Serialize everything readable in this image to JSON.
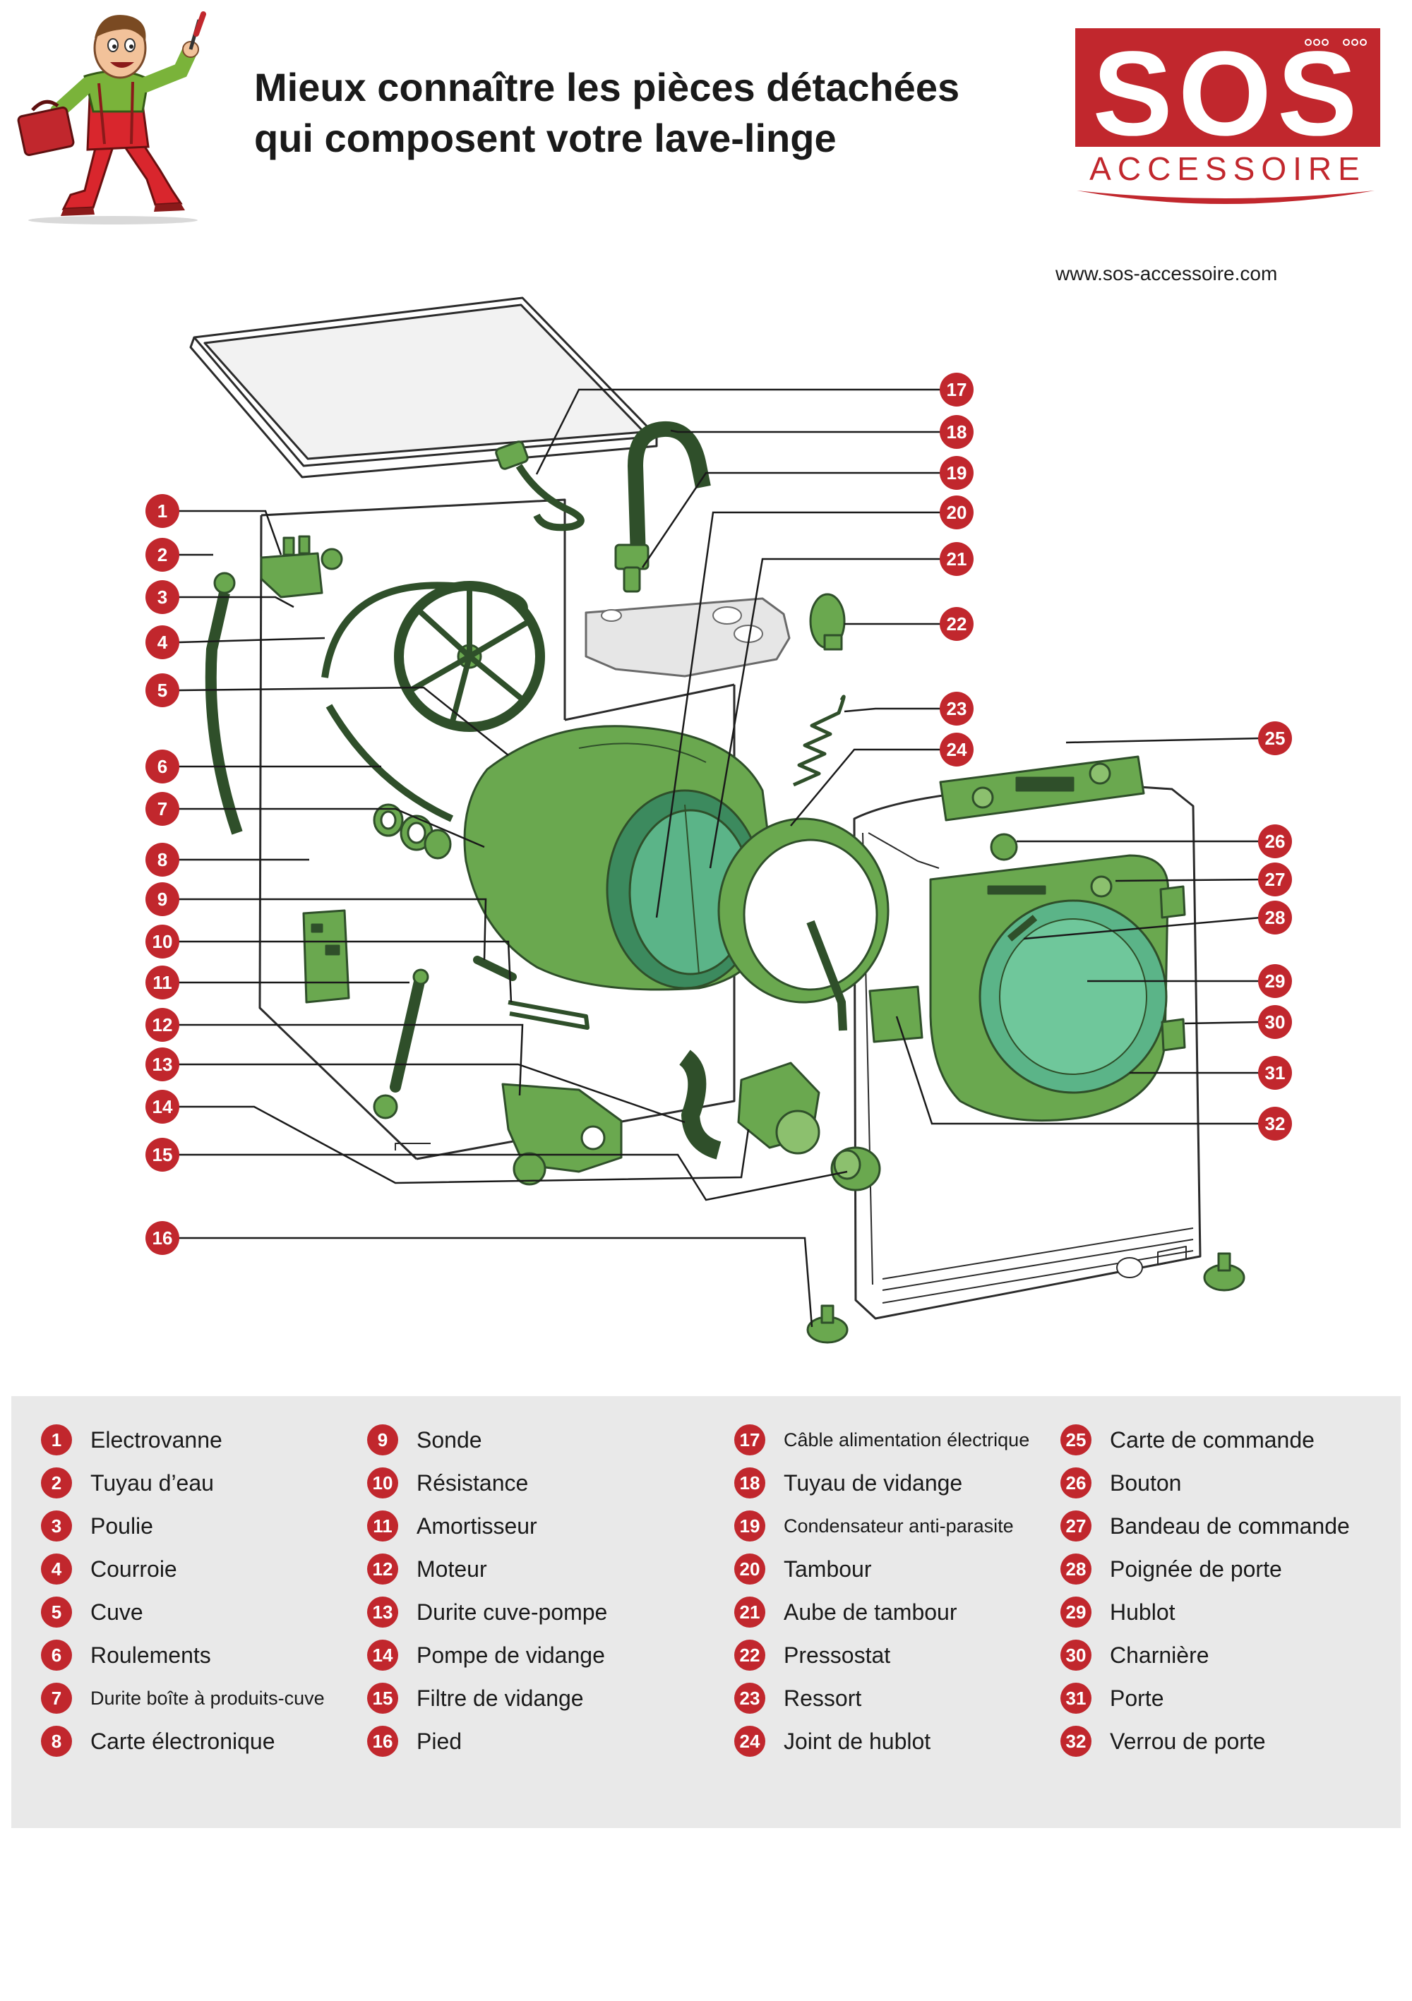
{
  "title_line1": "Mieux connaître les pièces détachées",
  "title_line2": "qui composent votre lave-linge",
  "logo": {
    "top": "SOS",
    "bottom": "ACCESSOIRE",
    "brand_color": "#c1272d"
  },
  "website": "www.sos-accessoire.com",
  "colors": {
    "badge": "#c1272d",
    "part_green": "#6aa84f",
    "part_outline": "#2f4f2a",
    "panel_gray": "#e9e9e9"
  },
  "parts": [
    {
      "n": "1",
      "label": "Electrovanne"
    },
    {
      "n": "2",
      "label": "Tuyau d’eau"
    },
    {
      "n": "3",
      "label": "Poulie"
    },
    {
      "n": "4",
      "label": "Courroie"
    },
    {
      "n": "5",
      "label": "Cuve"
    },
    {
      "n": "6",
      "label": "Roulements"
    },
    {
      "n": "7",
      "label": "Durite boîte à produits-cuve"
    },
    {
      "n": "8",
      "label": "Carte électronique"
    },
    {
      "n": "9",
      "label": "Sonde"
    },
    {
      "n": "10",
      "label": "Résistance"
    },
    {
      "n": "11",
      "label": "Amortisseur"
    },
    {
      "n": "12",
      "label": "Moteur"
    },
    {
      "n": "13",
      "label": "Durite cuve-pompe"
    },
    {
      "n": "14",
      "label": "Pompe de vidange"
    },
    {
      "n": "15",
      "label": "Filtre de vidange"
    },
    {
      "n": "16",
      "label": "Pied"
    },
    {
      "n": "17",
      "label": "Câble alimentation électrique"
    },
    {
      "n": "18",
      "label": "Tuyau de vidange"
    },
    {
      "n": "19",
      "label": "Condensateur anti-parasite"
    },
    {
      "n": "20",
      "label": "Tambour"
    },
    {
      "n": "21",
      "label": "Aube de tambour"
    },
    {
      "n": "22",
      "label": "Pressostat"
    },
    {
      "n": "23",
      "label": "Ressort"
    },
    {
      "n": "24",
      "label": "Joint de hublot"
    },
    {
      "n": "25",
      "label": "Carte de commande"
    },
    {
      "n": "26",
      "label": "Bouton"
    },
    {
      "n": "27",
      "label": "Bandeau de commande"
    },
    {
      "n": "28",
      "label": "Poignée de porte"
    },
    {
      "n": "29",
      "label": "Hublot"
    },
    {
      "n": "30",
      "label": "Charnière"
    },
    {
      "n": "31",
      "label": "Porte"
    },
    {
      "n": "32",
      "label": "Verrou de porte"
    }
  ]
}
